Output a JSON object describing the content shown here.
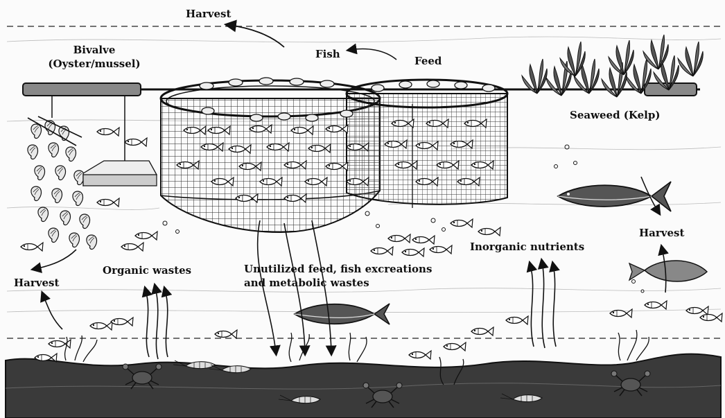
{
  "labels": {
    "harvest_top": "Harvest",
    "bivalve_line1": "Bivalve",
    "bivalve_line2": "(Oyster/mussel)",
    "fish": "Fish",
    "feed": "Feed",
    "seaweed": "Seaweed (Kelp)",
    "harvest_right": "Harvest",
    "inorganic_nutrients": "Inorganic nutrients",
    "unutilized_line1": "Unutilized feed, fish excreations",
    "unutilized_line2": "and metabolic wastes",
    "organic_wastes": "Organic wastes",
    "harvest_left": "Harvest"
  },
  "icons": [
    "harvest-arrow-icon",
    "feed-arrow-icon",
    "fish-icon",
    "crab-icon",
    "shrimp-icon",
    "kelp-icon",
    "oyster-icon",
    "net-cage-icon",
    "upward-flow-arrow-icon",
    "downward-flow-arrow-icon"
  ],
  "colors": {
    "ink": "#111111",
    "seabed": "#3a3a3a",
    "water": "#fbfbfb"
  }
}
